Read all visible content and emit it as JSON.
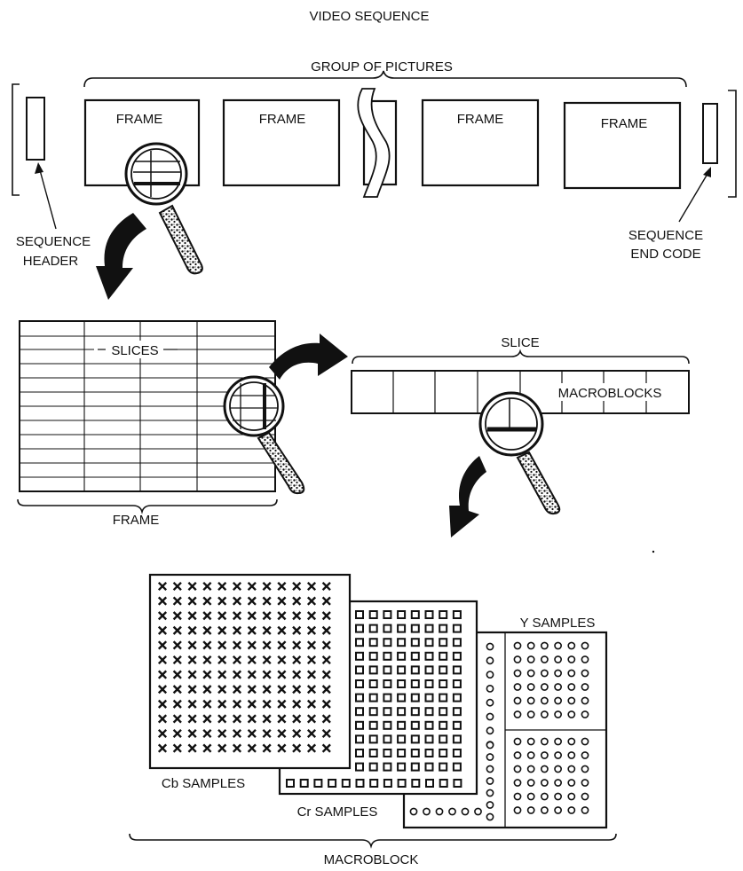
{
  "title": "VIDEO SEQUENCE",
  "gop_label": "GROUP OF PICTURES",
  "frames": [
    "FRAME",
    "FRAME",
    "FRAME",
    "FRAME"
  ],
  "sequence_header": [
    "SEQUENCE",
    "HEADER"
  ],
  "sequence_end_code": [
    "SEQUENCE",
    "END CODE"
  ],
  "slices_label": "SLICES",
  "frame_label": "FRAME",
  "slice_label": "SLICE",
  "macroblocks_label": "MACROBLOCKS",
  "cb_label": "Cb SAMPLES",
  "cr_label": "Cr SAMPLES",
  "y_label": "Y SAMPLES",
  "macroblock_label": "MACROBLOCK",
  "colors": {
    "ink": "#111111",
    "paper": "#ffffff",
    "handle": "#777777"
  }
}
